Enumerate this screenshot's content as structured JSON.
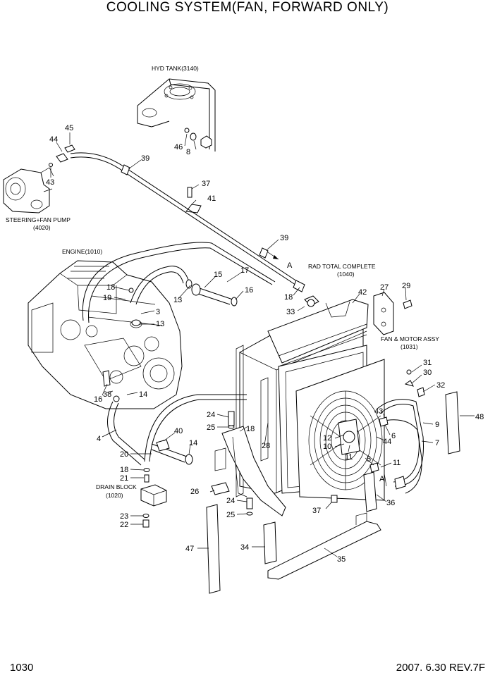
{
  "title": "COOLING SYSTEM(FAN, FORWARD ONLY)",
  "page_number": "1030",
  "revision": "2007. 6.30  REV.7F",
  "assemblies": {
    "hyd_tank": "HYD TANK(3140)",
    "steering_pump_line1": "STEERING+FAN PUMP",
    "steering_pump_line2": "(4020)",
    "engine": "ENGINE(1010)",
    "rad_total_line1": "RAD TOTAL COMPLETE",
    "rad_total_line2": "(1040)",
    "fan_motor_line1": "FAN & MOTOR ASSY",
    "fan_motor_line2": "(1031)",
    "drain_block_line1": "DRAIN BLOCK",
    "drain_block_line2": "(1020)"
  },
  "view_markers": [
    "A",
    "A"
  ],
  "callouts": [
    "45",
    "44",
    "43",
    "46",
    "8",
    "39",
    "37",
    "41",
    "39",
    "17",
    "15",
    "16",
    "18",
    "18",
    "19",
    "13",
    "3",
    "13",
    "33",
    "42",
    "27",
    "29",
    "31",
    "30",
    "32",
    "48",
    "9",
    "7",
    "43",
    "6",
    "44",
    "12",
    "10",
    "11",
    "5",
    "11",
    "16",
    "38",
    "14",
    "4",
    "24",
    "25",
    "18",
    "28",
    "40",
    "14",
    "20",
    "18",
    "21",
    "26",
    "24",
    "25",
    "23",
    "22",
    "47",
    "34",
    "35",
    "36",
    "37"
  ]
}
